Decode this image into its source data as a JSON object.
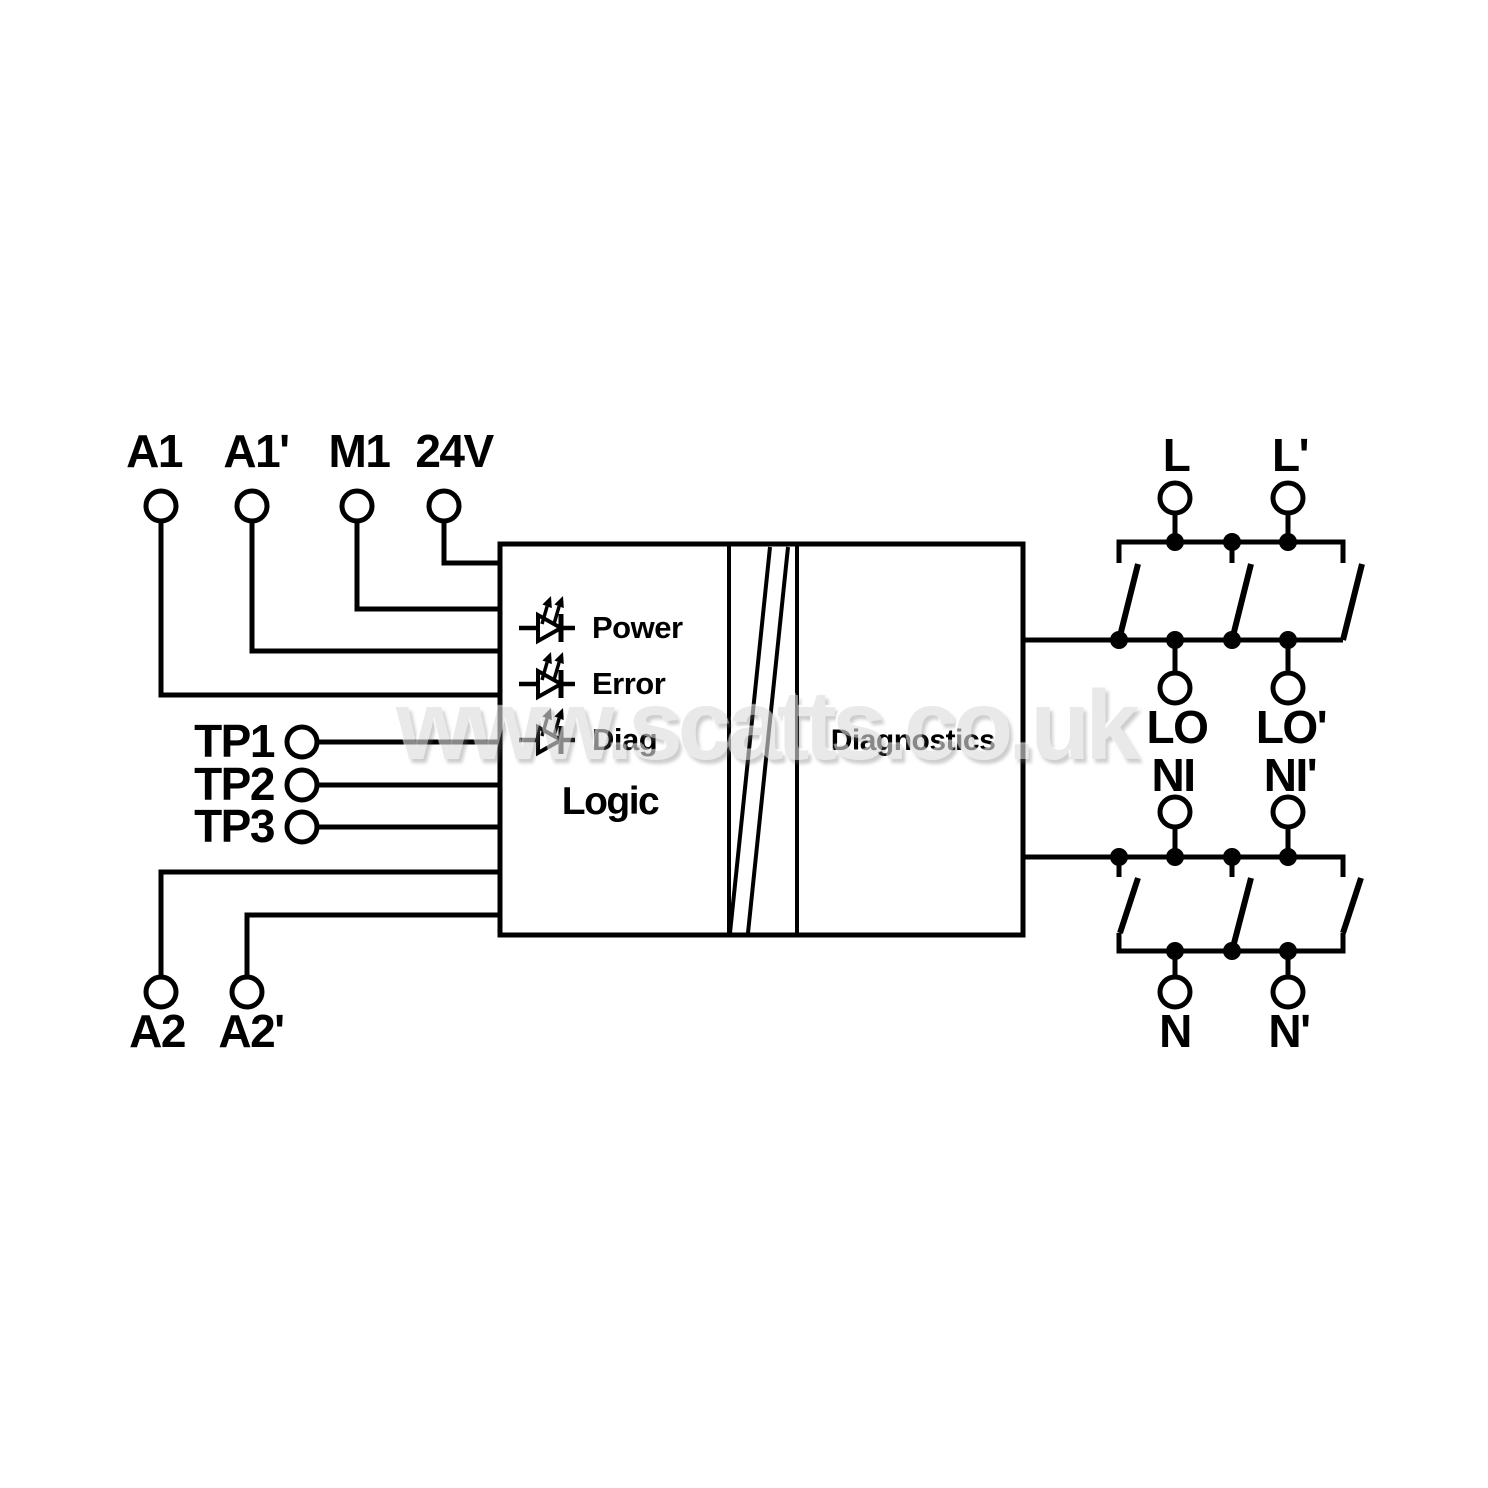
{
  "watermark": {
    "text": "www.scatts.co.uk",
    "color": "#dcdcdc"
  },
  "colors": {
    "line": "#000000",
    "background": "#ffffff"
  },
  "module": {
    "logic_label": "Logic",
    "diagnostics_label": "Diagnostics",
    "led_power": "Power",
    "led_error": "Error",
    "led_diag": "Diag"
  },
  "terminals": {
    "top_left": [
      "A1",
      "A1'",
      "M1",
      "24V"
    ],
    "test_points": [
      "TP1",
      "TP2",
      "TP3"
    ],
    "bottom_left": [
      "A2",
      "A2'"
    ],
    "right_line_in": [
      "L",
      "L'"
    ],
    "right_line_out": [
      "LO",
      "LO'"
    ],
    "right_neutral_in": [
      "NI",
      "NI'"
    ],
    "right_neutral_out": [
      "N",
      "N'"
    ]
  }
}
